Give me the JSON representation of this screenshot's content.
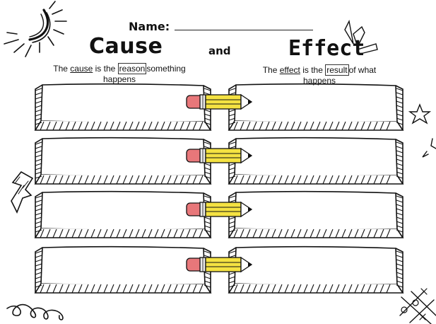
{
  "header": {
    "name_label": "Name:",
    "title_cause": "Cause",
    "title_and": "and",
    "title_effect": "Effect"
  },
  "definitions": {
    "cause": {
      "pre": "The ",
      "keyword": "cause",
      "mid": " is the ",
      "boxed": "reason",
      "post": "something happens"
    },
    "effect": {
      "pre": "The ",
      "keyword": "effect",
      "mid": " is the ",
      "boxed": "result",
      "post": "of what happens"
    }
  },
  "organizer": {
    "rows": [
      {
        "cause": "",
        "effect": ""
      },
      {
        "cause": "",
        "effect": ""
      },
      {
        "cause": "",
        "effect": ""
      },
      {
        "cause": "",
        "effect": ""
      }
    ]
  },
  "decorations": [
    "sun-icon",
    "lightning-icon",
    "star-icon",
    "pencil-icon",
    "swirl-icon",
    "tic-tac-toe-icon"
  ],
  "colors": {
    "pencil_body": "#f4e242",
    "pencil_eraser": "#e8777a",
    "ink": "#111111"
  }
}
